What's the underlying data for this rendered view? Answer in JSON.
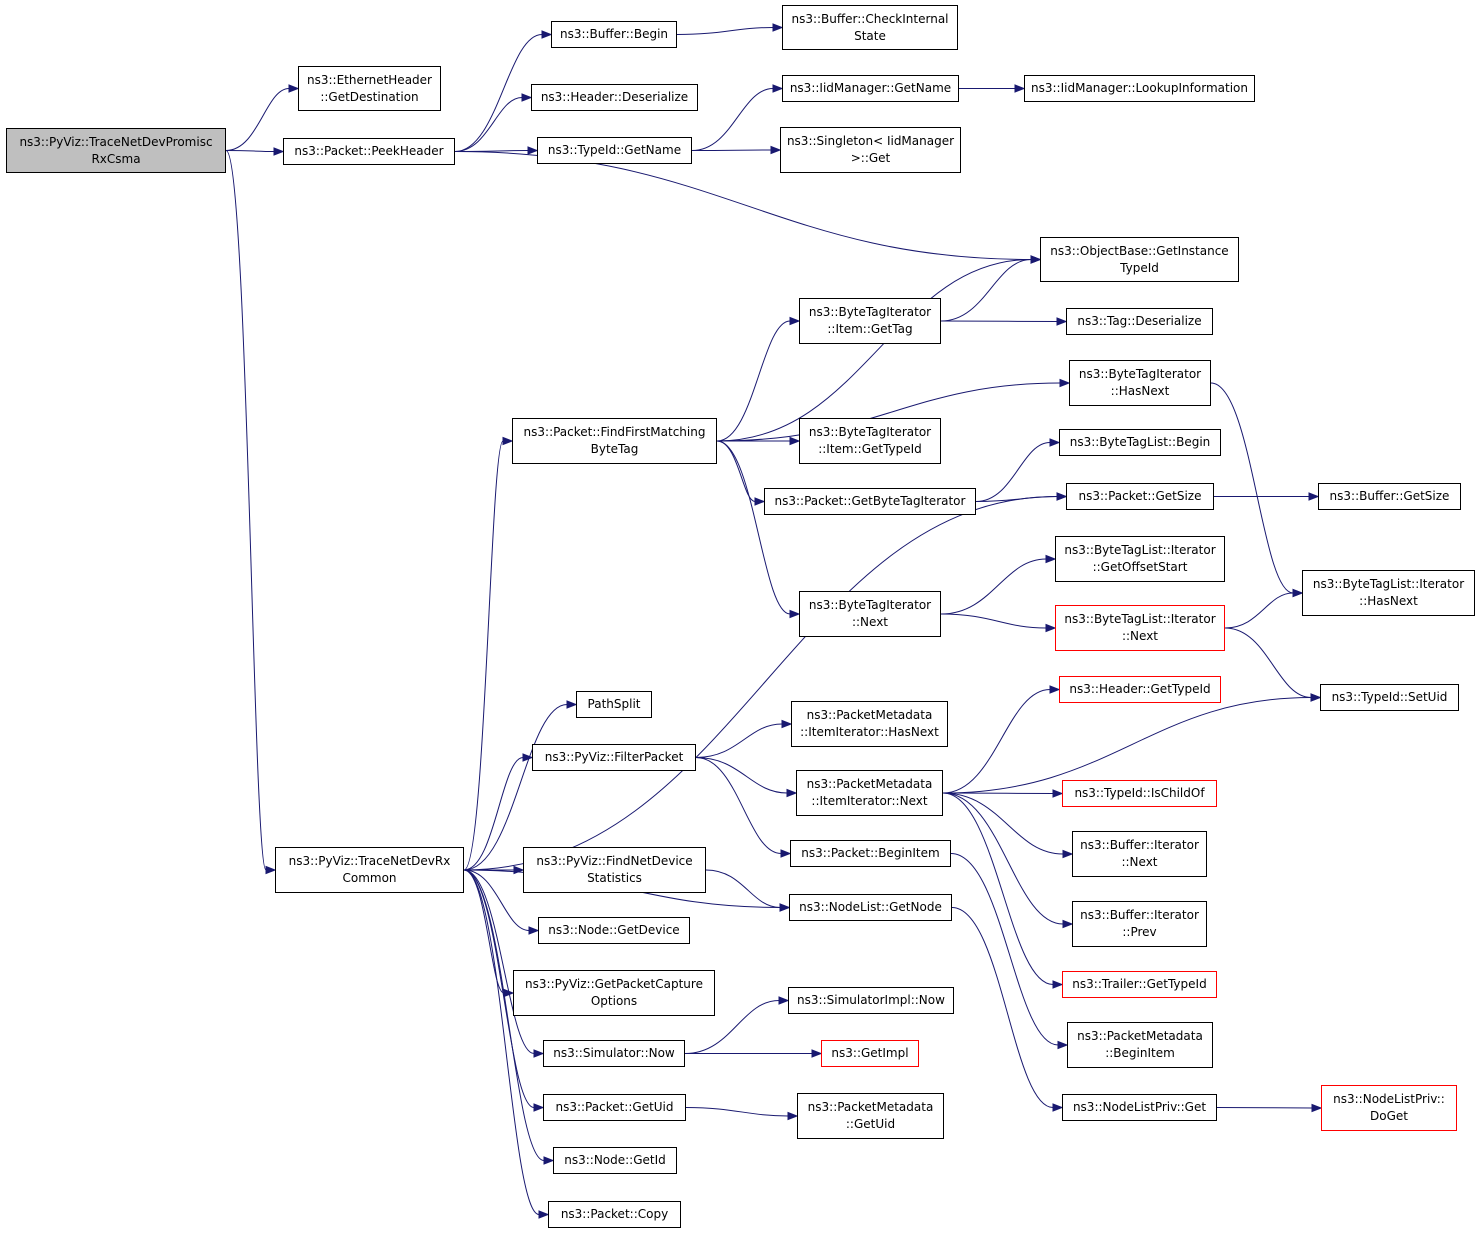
{
  "colors": {
    "edge": "#191970",
    "root_fill": "#bfbfbf",
    "truncated_border": "#ff0000",
    "node_border": "#000000"
  },
  "nodes": {
    "root": {
      "label": "ns3::PyViz::TraceNetDevPromisc\nRxCsma"
    },
    "eth_dest": {
      "label": "ns3::EthernetHeader\n::GetDestination"
    },
    "peekheader": {
      "label": "ns3::Packet::PeekHeader"
    },
    "buf_begin": {
      "label": "ns3::Buffer::Begin"
    },
    "buf_check": {
      "label": "ns3::Buffer::CheckInternal\nState"
    },
    "hdr_deser": {
      "label": "ns3::Header::Deserialize"
    },
    "typeid_name": {
      "label": "ns3::TypeId::GetName"
    },
    "iid_name": {
      "label": "ns3::IidManager::GetName"
    },
    "iid_lookup": {
      "label": "ns3::IidManager::LookupInformation"
    },
    "singleton": {
      "label": "ns3::Singleton< IidManager\n>::Get"
    },
    "objbase": {
      "label": "ns3::ObjectBase::GetInstance\nTypeId"
    },
    "bti_gettag": {
      "label": "ns3::ByteTagIterator\n::Item::GetTag"
    },
    "tag_deser": {
      "label": "ns3::Tag::Deserialize"
    },
    "bti_hasnext": {
      "label": "ns3::ByteTagIterator\n::HasNext"
    },
    "find_first": {
      "label": "ns3::Packet::FindFirstMatching\nByteTag"
    },
    "bti_gettypeid": {
      "label": "ns3::ByteTagIterator\n::Item::GetTypeId"
    },
    "btl_begin": {
      "label": "ns3::ByteTagList::Begin"
    },
    "get_bti": {
      "label": "ns3::Packet::GetByteTagIterator"
    },
    "pkt_size": {
      "label": "ns3::Packet::GetSize"
    },
    "buf_size": {
      "label": "ns3::Buffer::GetSize"
    },
    "btli_offset": {
      "label": "ns3::ByteTagList::Iterator\n::GetOffsetStart"
    },
    "btli_hasnext": {
      "label": "ns3::ByteTagList::Iterator\n::HasNext"
    },
    "bti_next": {
      "label": "ns3::ByteTagIterator\n::Next"
    },
    "btli_next": {
      "label": "ns3::ByteTagList::Iterator\n::Next"
    },
    "hdr_typeid": {
      "label": "ns3::Header::GetTypeId"
    },
    "setuid": {
      "label": "ns3::TypeId::SetUid"
    },
    "pathsplit": {
      "label": "PathSplit"
    },
    "pmii_hasnext": {
      "label": "ns3::PacketMetadata\n::ItemIterator::HasNext"
    },
    "filterpacket": {
      "label": "ns3::PyViz::FilterPacket"
    },
    "pmii_next": {
      "label": "ns3::PacketMetadata\n::ItemIterator::Next"
    },
    "ischildof": {
      "label": "ns3::TypeId::IsChildOf"
    },
    "bufit_next": {
      "label": "ns3::Buffer::Iterator\n::Next"
    },
    "begin_item": {
      "label": "ns3::Packet::BeginItem"
    },
    "tracerx": {
      "label": "ns3::PyViz::TraceNetDevRx\nCommon"
    },
    "findnetdev": {
      "label": "ns3::PyViz::FindNetDevice\nStatistics"
    },
    "getnode": {
      "label": "ns3::NodeList::GetNode"
    },
    "getdevice": {
      "label": "ns3::Node::GetDevice"
    },
    "bufit_prev": {
      "label": "ns3::Buffer::Iterator\n::Prev"
    },
    "trl_typeid": {
      "label": "ns3::Trailer::GetTypeId"
    },
    "capture": {
      "label": "ns3::PyViz::GetPacketCapture\nOptions"
    },
    "simimpl_now": {
      "label": "ns3::SimulatorImpl::Now"
    },
    "sim_now": {
      "label": "ns3::Simulator::Now"
    },
    "getimpl": {
      "label": "ns3::GetImpl"
    },
    "pm_beginitem": {
      "label": "ns3::PacketMetadata\n::BeginItem"
    },
    "getuid": {
      "label": "ns3::Packet::GetUid"
    },
    "pm_getuid": {
      "label": "ns3::PacketMetadata\n::GetUid"
    },
    "nlp_get": {
      "label": "ns3::NodeListPriv::Get"
    },
    "nlp_doget": {
      "label": "ns3::NodeListPriv::\nDoGet"
    },
    "node_getid": {
      "label": "ns3::Node::GetId"
    },
    "pkt_copy": {
      "label": "ns3::Packet::Copy"
    }
  },
  "edges": [
    [
      "root",
      "eth_dest"
    ],
    [
      "root",
      "peekheader"
    ],
    [
      "root",
      "tracerx"
    ],
    [
      "peekheader",
      "buf_begin"
    ],
    [
      "peekheader",
      "hdr_deser"
    ],
    [
      "peekheader",
      "typeid_name"
    ],
    [
      "peekheader",
      "objbase"
    ],
    [
      "buf_begin",
      "buf_check"
    ],
    [
      "typeid_name",
      "iid_name"
    ],
    [
      "typeid_name",
      "singleton"
    ],
    [
      "iid_name",
      "iid_lookup"
    ],
    [
      "find_first",
      "objbase"
    ],
    [
      "find_first",
      "bti_gettag"
    ],
    [
      "find_first",
      "bti_hasnext"
    ],
    [
      "find_first",
      "bti_gettypeid"
    ],
    [
      "find_first",
      "get_bti"
    ],
    [
      "find_first",
      "bti_next"
    ],
    [
      "bti_gettag",
      "objbase"
    ],
    [
      "bti_gettag",
      "tag_deser"
    ],
    [
      "bti_hasnext",
      "btli_hasnext"
    ],
    [
      "get_bti",
      "btl_begin"
    ],
    [
      "get_bti",
      "pkt_size"
    ],
    [
      "pkt_size",
      "buf_size"
    ],
    [
      "bti_next",
      "btli_offset"
    ],
    [
      "bti_next",
      "btli_next"
    ],
    [
      "btli_next",
      "btli_hasnext"
    ],
    [
      "btli_next",
      "setuid"
    ],
    [
      "filterpacket",
      "pmii_hasnext"
    ],
    [
      "filterpacket",
      "pmii_next"
    ],
    [
      "filterpacket",
      "begin_item"
    ],
    [
      "pmii_next",
      "hdr_typeid"
    ],
    [
      "pmii_next",
      "setuid"
    ],
    [
      "pmii_next",
      "ischildof"
    ],
    [
      "pmii_next",
      "bufit_next"
    ],
    [
      "pmii_next",
      "bufit_prev"
    ],
    [
      "pmii_next",
      "trl_typeid"
    ],
    [
      "begin_item",
      "pm_beginitem"
    ],
    [
      "tracerx",
      "find_first"
    ],
    [
      "tracerx",
      "pkt_size"
    ],
    [
      "tracerx",
      "pathsplit"
    ],
    [
      "tracerx",
      "filterpacket"
    ],
    [
      "tracerx",
      "getnode"
    ],
    [
      "tracerx",
      "findnetdev"
    ],
    [
      "tracerx",
      "getdevice"
    ],
    [
      "tracerx",
      "capture"
    ],
    [
      "tracerx",
      "sim_now"
    ],
    [
      "tracerx",
      "getuid"
    ],
    [
      "tracerx",
      "node_getid"
    ],
    [
      "tracerx",
      "pkt_copy"
    ],
    [
      "findnetdev",
      "getnode"
    ],
    [
      "getnode",
      "nlp_get"
    ],
    [
      "nlp_get",
      "nlp_doget"
    ],
    [
      "sim_now",
      "simimpl_now"
    ],
    [
      "sim_now",
      "getimpl"
    ],
    [
      "getuid",
      "pm_getuid"
    ]
  ]
}
